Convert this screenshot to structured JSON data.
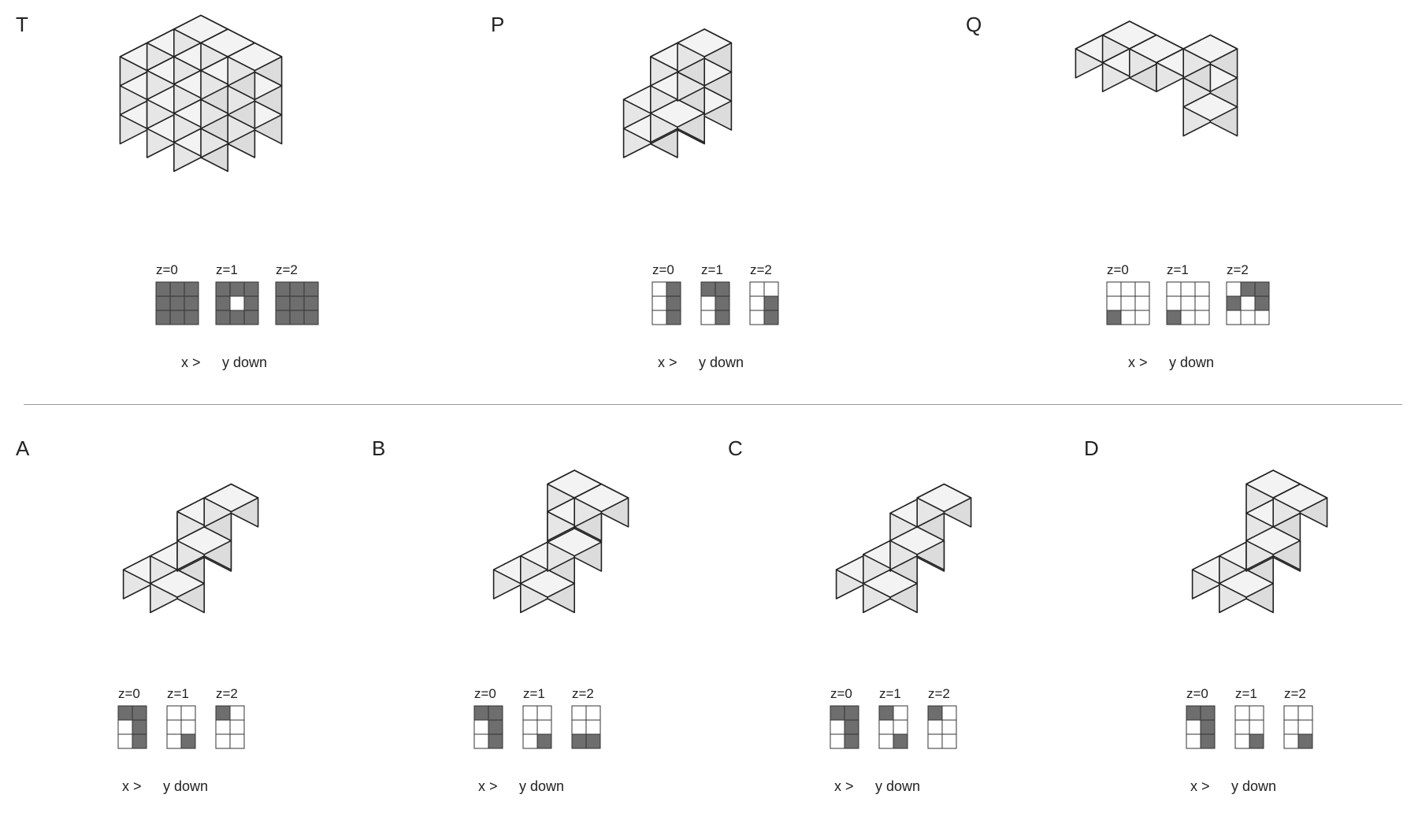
{
  "panels": [
    {
      "id": "T",
      "label": "T",
      "cubes": [
        [
          0,
          0,
          0
        ],
        [
          1,
          0,
          0
        ],
        [
          2,
          0,
          0
        ],
        [
          0,
          1,
          0
        ],
        [
          1,
          1,
          0
        ],
        [
          2,
          1,
          0
        ],
        [
          0,
          2,
          0
        ],
        [
          1,
          2,
          0
        ],
        [
          2,
          2,
          0
        ],
        [
          0,
          0,
          1
        ],
        [
          1,
          0,
          1
        ],
        [
          2,
          0,
          1
        ],
        [
          0,
          1,
          1
        ],
        [
          2,
          1,
          1
        ],
        [
          0,
          2,
          1
        ],
        [
          1,
          2,
          1
        ],
        [
          2,
          2,
          1
        ],
        [
          0,
          0,
          2
        ],
        [
          1,
          0,
          2
        ],
        [
          2,
          0,
          2
        ],
        [
          0,
          1,
          2
        ],
        [
          1,
          1,
          2
        ],
        [
          2,
          1,
          2
        ],
        [
          0,
          2,
          2
        ],
        [
          1,
          2,
          2
        ],
        [
          2,
          2,
          2
        ]
      ],
      "layers": [
        {
          "label": "z=0",
          "cols": 3,
          "rows": 3,
          "filled": [
            1,
            1,
            1,
            1,
            1,
            1,
            1,
            1,
            1
          ]
        },
        {
          "label": "z=1",
          "cols": 3,
          "rows": 3,
          "filled": [
            1,
            1,
            1,
            1,
            0,
            1,
            1,
            1,
            1
          ]
        },
        {
          "label": "z=2",
          "cols": 3,
          "rows": 3,
          "filled": [
            1,
            1,
            1,
            1,
            1,
            1,
            1,
            1,
            1
          ]
        }
      ],
      "caption_x": "x >",
      "caption_y": "y down"
    },
    {
      "id": "P",
      "label": "P",
      "cubes": [
        [
          1,
          0,
          0
        ],
        [
          1,
          1,
          0
        ],
        [
          1,
          2,
          0
        ],
        [
          0,
          0,
          1
        ],
        [
          1,
          0,
          1
        ],
        [
          1,
          1,
          1
        ],
        [
          1,
          2,
          1
        ],
        [
          1,
          1,
          2
        ],
        [
          1,
          2,
          2
        ]
      ],
      "layers": [
        {
          "label": "z=0",
          "cols": 2,
          "rows": 3,
          "filled": [
            0,
            1,
            0,
            1,
            0,
            1
          ]
        },
        {
          "label": "z=1",
          "cols": 2,
          "rows": 3,
          "filled": [
            1,
            1,
            0,
            1,
            0,
            1
          ]
        },
        {
          "label": "z=2",
          "cols": 2,
          "rows": 3,
          "filled": [
            0,
            0,
            0,
            1,
            0,
            1
          ]
        }
      ],
      "caption_x": "x >",
      "caption_y": "y down"
    },
    {
      "id": "Q",
      "label": "Q",
      "cubes": [
        [
          0,
          2,
          0
        ],
        [
          0,
          2,
          1
        ],
        [
          0,
          2,
          2
        ],
        [
          0,
          1,
          2
        ],
        [
          1,
          1,
          2
        ],
        [
          2,
          0,
          2
        ],
        [
          2,
          1,
          2
        ],
        [
          1,
          0,
          2
        ]
      ],
      "layers": [
        {
          "label": "z=0",
          "cols": 3,
          "rows": 3,
          "filled": [
            0,
            0,
            0,
            0,
            0,
            0,
            1,
            0,
            0
          ]
        },
        {
          "label": "z=1",
          "cols": 3,
          "rows": 3,
          "filled": [
            0,
            0,
            0,
            0,
            0,
            0,
            1,
            0,
            0
          ]
        },
        {
          "label": "z=2",
          "cols": 3,
          "rows": 3,
          "filled": [
            0,
            1,
            1,
            1,
            0,
            1,
            0,
            0,
            0
          ]
        }
      ],
      "caption_x": "x >",
      "caption_y": "y down"
    },
    {
      "id": "A",
      "label": "A",
      "cubes": [
        [
          0,
          0,
          0
        ],
        [
          1,
          0,
          0
        ],
        [
          1,
          1,
          0
        ],
        [
          1,
          2,
          0
        ],
        [
          0,
          1,
          1
        ],
        [
          0,
          1,
          2
        ],
        [
          1,
          2,
          1
        ],
        [
          0,
          2,
          2
        ]
      ],
      "layers": [
        {
          "label": "z=0",
          "cols": 2,
          "rows": 3,
          "filled": [
            1,
            1,
            0,
            1,
            0,
            1
          ]
        },
        {
          "label": "z=1",
          "cols": 2,
          "rows": 3,
          "filled": [
            0,
            0,
            0,
            0,
            0,
            1
          ]
        },
        {
          "label": "z=2",
          "cols": 2,
          "rows": 3,
          "filled": [
            1,
            0,
            0,
            0,
            0,
            0
          ]
        }
      ],
      "caption_x": "x >",
      "caption_y": "y down"
    },
    {
      "id": "B",
      "label": "B",
      "cubes": [
        [
          0,
          0,
          0
        ],
        [
          1,
          0,
          0
        ],
        [
          1,
          1,
          0
        ],
        [
          1,
          2,
          0
        ],
        [
          1,
          2,
          1
        ],
        [
          0,
          2,
          2
        ],
        [
          1,
          2,
          2
        ],
        [
          0,
          1,
          2
        ]
      ],
      "layers": [
        {
          "label": "z=0",
          "cols": 2,
          "rows": 3,
          "filled": [
            1,
            1,
            0,
            1,
            0,
            1
          ]
        },
        {
          "label": "z=1",
          "cols": 2,
          "rows": 3,
          "filled": [
            0,
            0,
            0,
            0,
            0,
            1
          ]
        },
        {
          "label": "z=2",
          "cols": 2,
          "rows": 3,
          "filled": [
            0,
            0,
            0,
            0,
            1,
            1
          ]
        }
      ],
      "caption_x": "x >",
      "caption_y": "y down"
    },
    {
      "id": "C",
      "label": "C",
      "cubes": [
        [
          0,
          0,
          0
        ],
        [
          1,
          0,
          0
        ],
        [
          1,
          1,
          0
        ],
        [
          1,
          2,
          0
        ],
        [
          0,
          0,
          1
        ],
        [
          0,
          1,
          1
        ],
        [
          1,
          2,
          1
        ],
        [
          0,
          2,
          2
        ]
      ],
      "layers": [
        {
          "label": "z=0",
          "cols": 2,
          "rows": 3,
          "filled": [
            1,
            1,
            0,
            1,
            0,
            1
          ]
        },
        {
          "label": "z=1",
          "cols": 2,
          "rows": 3,
          "filled": [
            1,
            0,
            0,
            0,
            0,
            1
          ]
        },
        {
          "label": "z=2",
          "cols": 2,
          "rows": 3,
          "filled": [
            1,
            0,
            0,
            0,
            0,
            0
          ]
        }
      ],
      "caption_x": "x >",
      "caption_y": "y down"
    },
    {
      "id": "D",
      "label": "D",
      "cubes": [
        [
          0,
          0,
          0
        ],
        [
          1,
          0,
          0
        ],
        [
          1,
          1,
          0
        ],
        [
          1,
          2,
          0
        ],
        [
          0,
          1,
          1
        ],
        [
          1,
          2,
          1
        ],
        [
          0,
          2,
          2
        ],
        [
          1,
          2,
          2
        ]
      ],
      "layers": [
        {
          "label": "z=0",
          "cols": 2,
          "rows": 3,
          "filled": [
            1,
            1,
            0,
            1,
            0,
            1
          ]
        },
        {
          "label": "z=1",
          "cols": 2,
          "rows": 3,
          "filled": [
            0,
            0,
            0,
            0,
            0,
            1
          ]
        },
        {
          "label": "z=2",
          "cols": 2,
          "rows": 3,
          "filled": [
            0,
            0,
            0,
            0,
            0,
            1
          ]
        }
      ],
      "caption_x": "x >",
      "caption_y": "y down"
    }
  ],
  "colors": {
    "face_left": "#e6e6e6",
    "face_right": "#dcdcdc",
    "face_top": "#f3f3f3",
    "edge": "#222222",
    "cell_filled": "#6e6e6e",
    "cell_empty": "#ffffff",
    "cell_border": "#333333",
    "divider": "#9a9a9a",
    "text": "#222222"
  }
}
